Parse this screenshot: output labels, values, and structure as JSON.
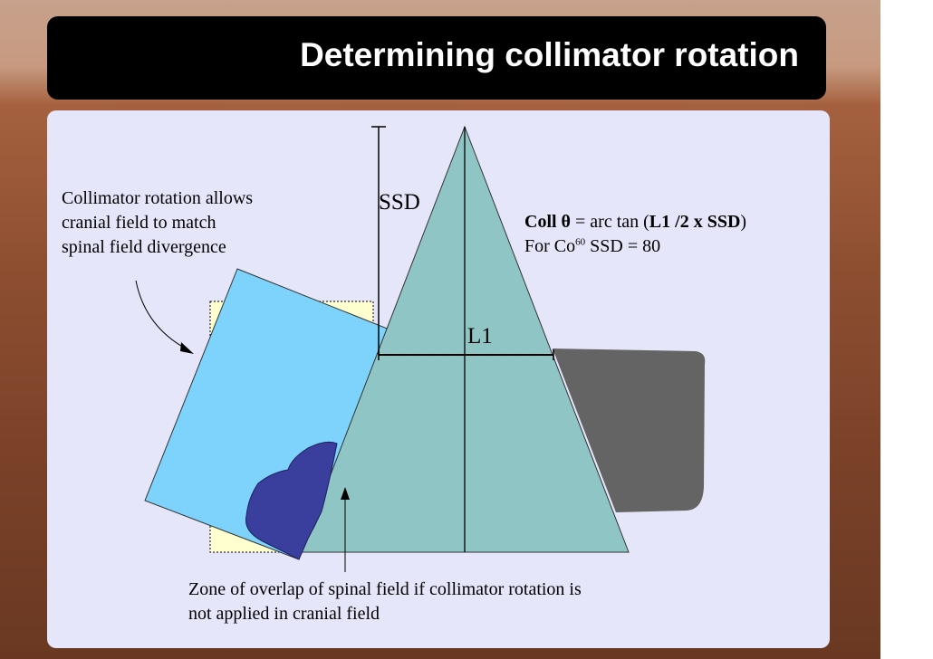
{
  "title": "Determining collimator rotation",
  "labels": {
    "note_left_1": "Collimator rotation allows",
    "note_left_2": "cranial field to match",
    "note_left_3": "spinal field divergence",
    "ssd": "SSD",
    "l1": "L1",
    "formula_coll": "Coll θ",
    "formula_eq": " = arc tan (",
    "formula_expr": "L1 /2 x SSD",
    "formula_close": ")",
    "formula_line2_a": "For Co",
    "formula_line2_sup": "60",
    "formula_line2_b": " SSD = 80",
    "bottom_note_1": "Zone of overlap of spinal field if collimator rotation is",
    "bottom_note_2": "not applied in cranial field"
  },
  "colors": {
    "title_bar": "#000000",
    "panel": "#e6e6fa",
    "beam": "#8fc5c4",
    "cranial_field": "#7dd3fb",
    "cranial_shadow": "#ffffd0",
    "overlap_zone": "#3a3f9e",
    "spinal_field": "#646464"
  }
}
